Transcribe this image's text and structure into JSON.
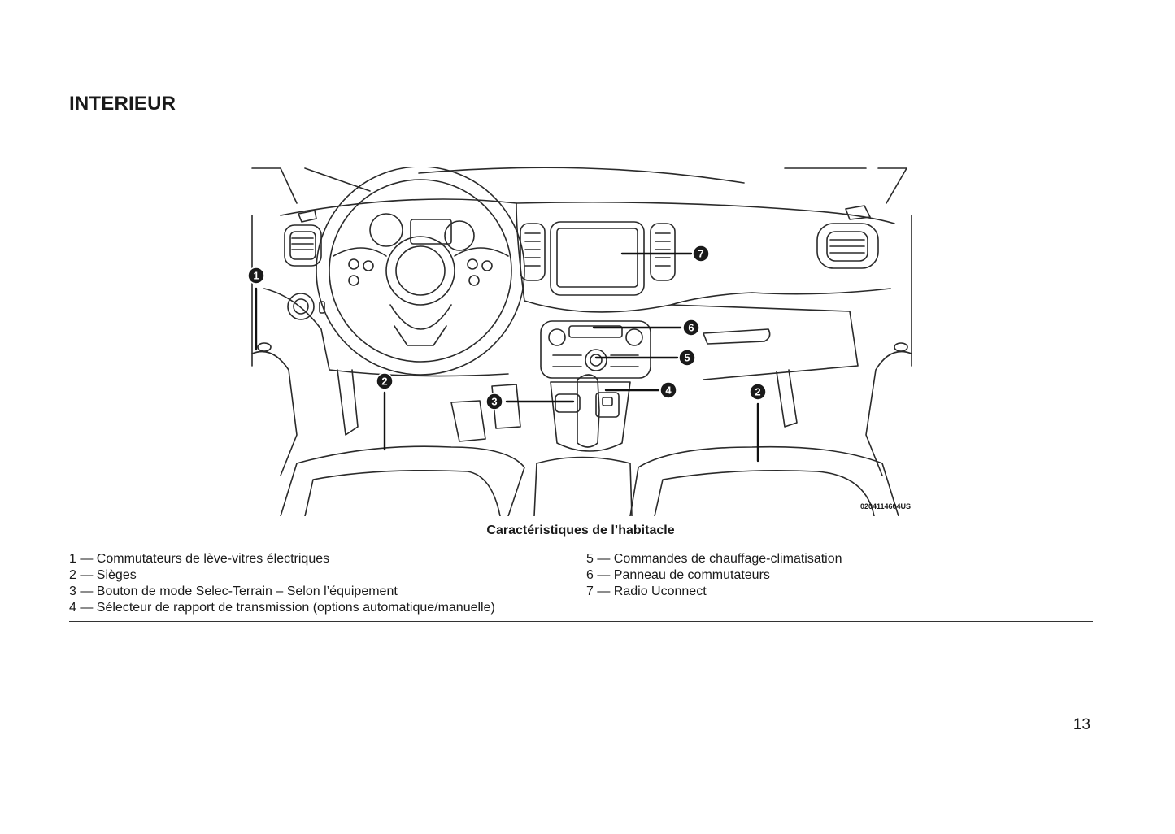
{
  "page": {
    "section_title": "INTERIEUR",
    "page_number": "13"
  },
  "figure": {
    "caption": "Caractéristiques de l’habitacle",
    "image_code": "0204114604US",
    "callouts": [
      "1",
      "2",
      "2",
      "3",
      "4",
      "5",
      "6",
      "7"
    ]
  },
  "legend": {
    "left": [
      "1 — Commutateurs de lève-vitres électriques",
      "2 — Sièges",
      "3 — Bouton de mode Selec-Terrain – Selon l’équipement",
      "4 — Sélecteur de rapport de transmission (options automatique/manuelle)"
    ],
    "right": [
      "5 — Commandes de chauffage-climatisation",
      "6 — Panneau de commutateurs",
      "7 — Radio Uconnect"
    ]
  }
}
